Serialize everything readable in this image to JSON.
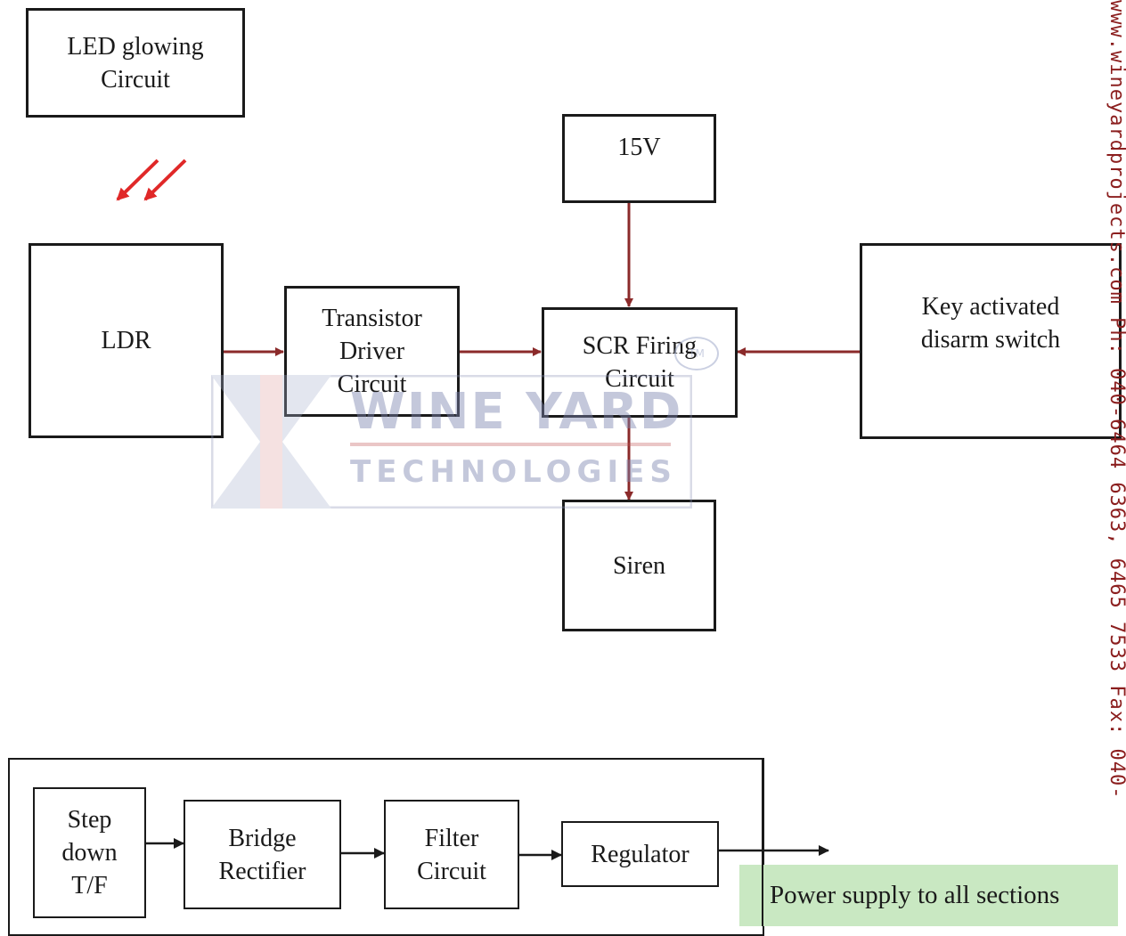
{
  "blocks": {
    "led": "LED glowing\nCircuit",
    "ldr": "LDR",
    "transistor": "Transistor\nDriver\nCircuit",
    "scr": "SCR Firing\nCircuit",
    "v15": "15V",
    "key": "Key activated\ndisarm switch",
    "siren": "Siren"
  },
  "power_supply": {
    "stepdown": "Step\ndown\nT/F",
    "bridge": "Bridge\nRectifier",
    "filter": "Filter\nCircuit",
    "regulator": "Regulator",
    "output": "Power supply to all sections"
  },
  "watermark": {
    "brand": "WINE YARD",
    "sub": "TECHNOLOGIES",
    "tm": "TM"
  },
  "side_text": "www.wineyardprojects.com   Ph: 040-6464 6363, 6465 7533 Fax: 040-",
  "colors": {
    "wire": "#8b2a2a",
    "led_arrow": "#e02828",
    "note_bg": "#c9e8c2",
    "box_border": "#1a1a1a"
  }
}
